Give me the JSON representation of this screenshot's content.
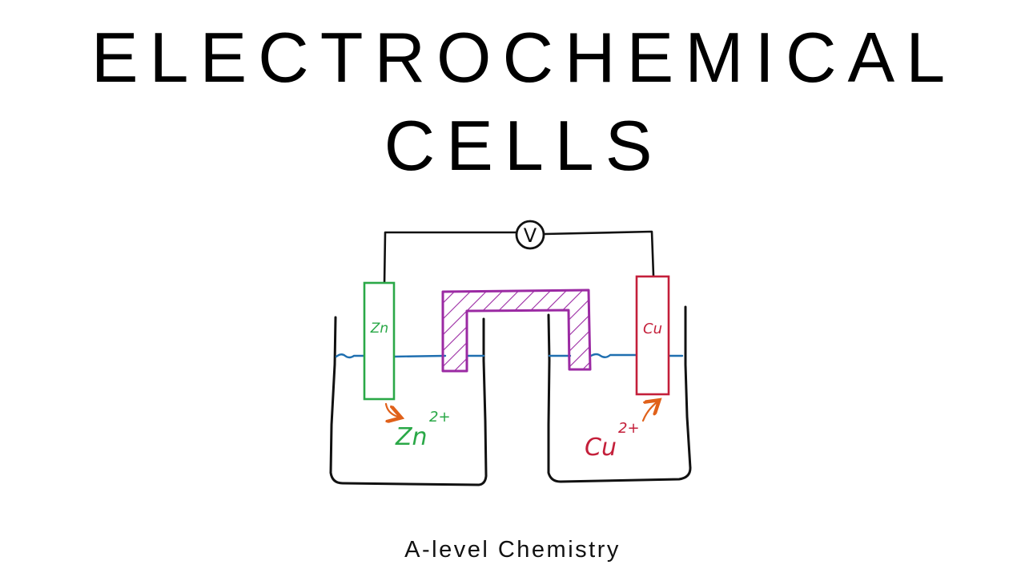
{
  "title": {
    "line1": "ELECTROCHEMICAL",
    "line2": "CELLS"
  },
  "subtitle": "A-level Chemistry",
  "diagram": {
    "voltmeter_symbol": "V",
    "left_electrode": {
      "label": "Zn",
      "ion_label": "Zn",
      "ion_charge": "2+",
      "color": "#2aa847"
    },
    "right_electrode": {
      "label": "Cu",
      "ion_label": "Cu",
      "ion_charge": "2+",
      "color": "#c41f3a"
    },
    "salt_bridge_color": "#9b2aa3",
    "solution_color": "#1f6fb0",
    "arrow_color": "#e0611a",
    "line_color": "#111111"
  }
}
